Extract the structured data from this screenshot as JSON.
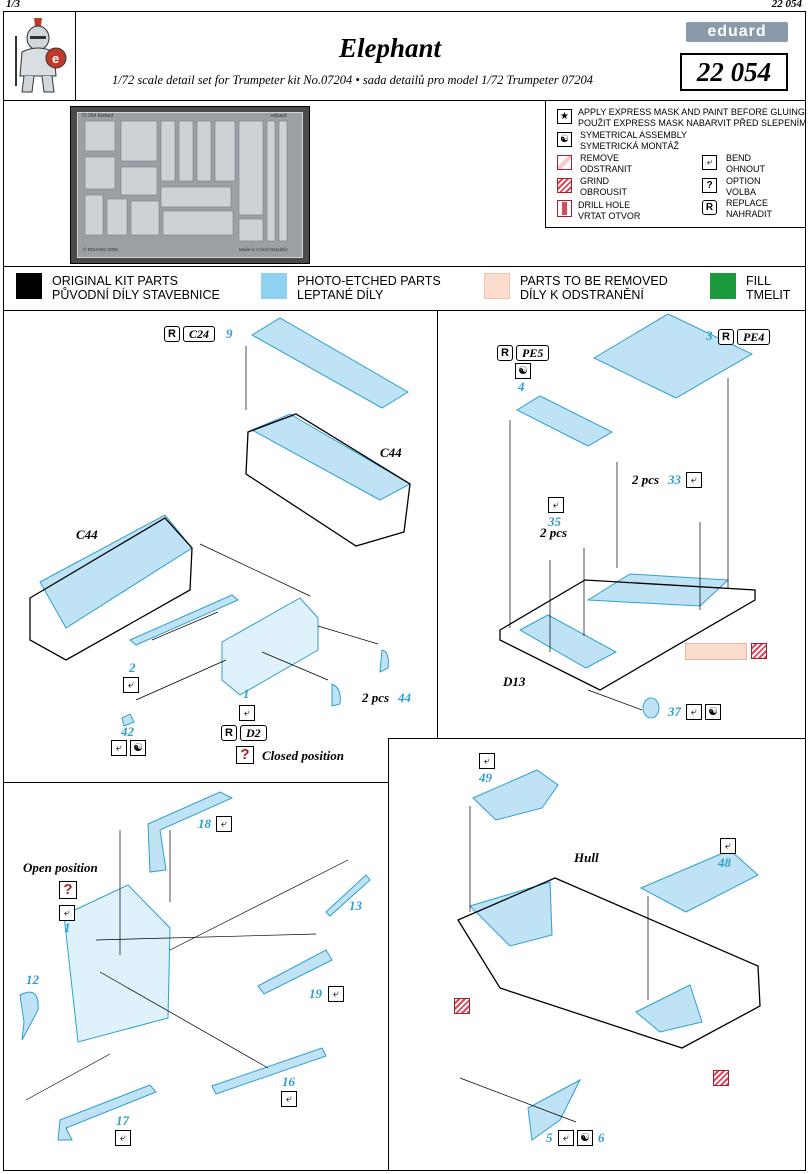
{
  "page": {
    "number": "1/3",
    "code_top": "22 054"
  },
  "header": {
    "title": "Elephant",
    "subtitle": "1/72 scale detail set for Trumpeter kit No.07204 • sada detailů pro model 1/72 Trumpeter 07204",
    "brand": "eduard",
    "code_box": "22 054"
  },
  "fret": {
    "label_left": "72 054 Elefant",
    "label_right": "eduard",
    "copyright": "© EDUARD 2006",
    "made_in": "Made in Czech Republic"
  },
  "symbols": [
    {
      "icon": "star-icon",
      "glyph": "★",
      "text1": "APPLY EXPRESS MASK AND PAINT BEFORE GLUING",
      "text2": "POUŽIT EXPRESS MASK NABARVIT PŘED SLEPENÍM"
    },
    {
      "icon": "yin-yang-icon",
      "glyph": "☯",
      "text1": "SYMETRICAL ASSEMBLY",
      "text2": "SYMETRICKÁ MONTÁŽ"
    },
    {
      "icon": "remove-icon",
      "glyph": "",
      "text1": "REMOVE",
      "text2": "ODSTRANIT"
    },
    {
      "icon": "grind-icon",
      "glyph": "",
      "text1": "GRIND",
      "text2": "OBROUSIT"
    },
    {
      "icon": "drill-icon",
      "glyph": "",
      "text1": "DRILL HOLE",
      "text2": "VRTAT OTVOR"
    },
    {
      "icon": "bend-icon",
      "glyph": "⤶",
      "text1": "BEND",
      "text2": "OHNOUT"
    },
    {
      "icon": "option-icon",
      "glyph": "?",
      "text1": "OPTION",
      "text2": "VOLBA"
    },
    {
      "icon": "replace-icon",
      "glyph": "R",
      "text1": "REPLACE",
      "text2": "NAHRADIT"
    }
  ],
  "legend": [
    {
      "color": "#000000",
      "text1": "ORIGINAL KIT PARTS",
      "text2": "PŮVODNÍ DÍLY STAVEBNICE"
    },
    {
      "color": "#8ed1f0",
      "text1": "PHOTO-ETCHED PARTS",
      "text2": "LEPTANÉ DÍLY"
    },
    {
      "color": "#f9dccb",
      "text1": "PARTS TO BE REMOVED",
      "text2": "DÍLY K ODSTRANĚNÍ"
    },
    {
      "color": "#1a9a3c",
      "text1": "FILL",
      "text2": "TMELIT"
    }
  ],
  "colors": {
    "pe": "#bfe3f4",
    "pe_line": "#2f9fd0",
    "remove": "#f9dccb",
    "accent_red": "#a8202a"
  },
  "labels": {
    "c24": "C24",
    "n9": "9",
    "c44a": "C44",
    "c44b": "C44",
    "n2": "2",
    "n1": "1",
    "d2": "D2",
    "n42": "42",
    "pcs44": "2 pcs",
    "n44": "44",
    "closed": "Closed position",
    "pe5": "PE5",
    "n4": "4",
    "n3": "3",
    "pe4": "PE4",
    "pcs33": "2 pcs",
    "n33": "33",
    "n35": "35",
    "pcs35": "2 pcs",
    "d13": "D13",
    "n37": "37",
    "n49": "49",
    "hull": "Hull",
    "n48": "48",
    "n5": "5",
    "n6": "6",
    "open": "Open position",
    "n1b": "1",
    "n18": "18",
    "n13": "13",
    "n12": "12",
    "n19": "19",
    "n16": "16",
    "n17": "17"
  }
}
